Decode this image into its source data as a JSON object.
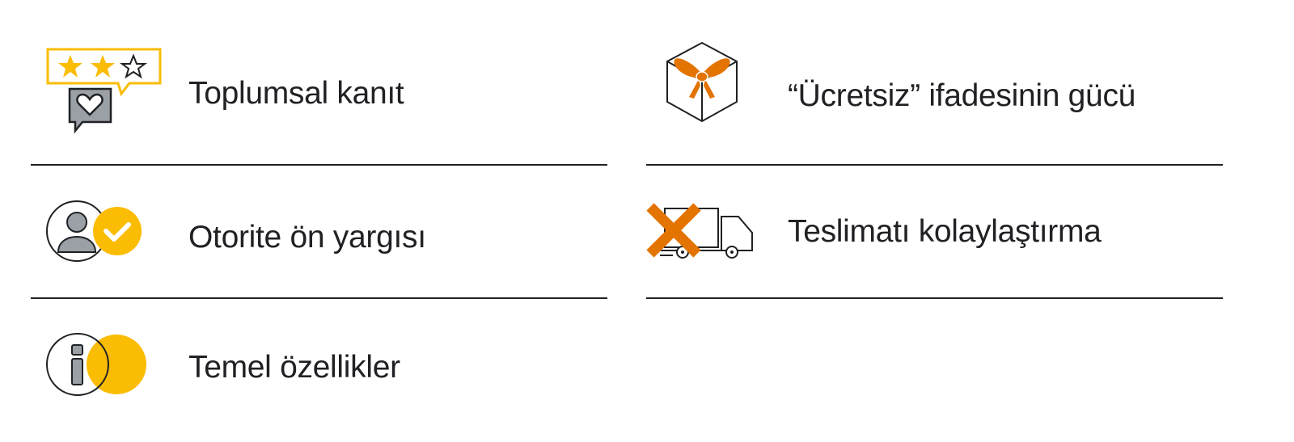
{
  "colors": {
    "yellow": "#FBBC04",
    "orange": "#E37400",
    "gray": "#9AA0A6",
    "text": "#202124"
  },
  "items": [
    {
      "label": "Toplumsal kanıt",
      "icon": "rating-review-icon"
    },
    {
      "label": "“Ücretsiz” ifadesinin gücü",
      "icon": "gift-box-icon"
    },
    {
      "label": "Otorite ön yargısı",
      "icon": "verified-user-icon"
    },
    {
      "label": "Teslimatı kolaylaştırma",
      "icon": "delivery-truck-icon"
    },
    {
      "label": "Temel özellikler",
      "icon": "info-icon"
    }
  ]
}
